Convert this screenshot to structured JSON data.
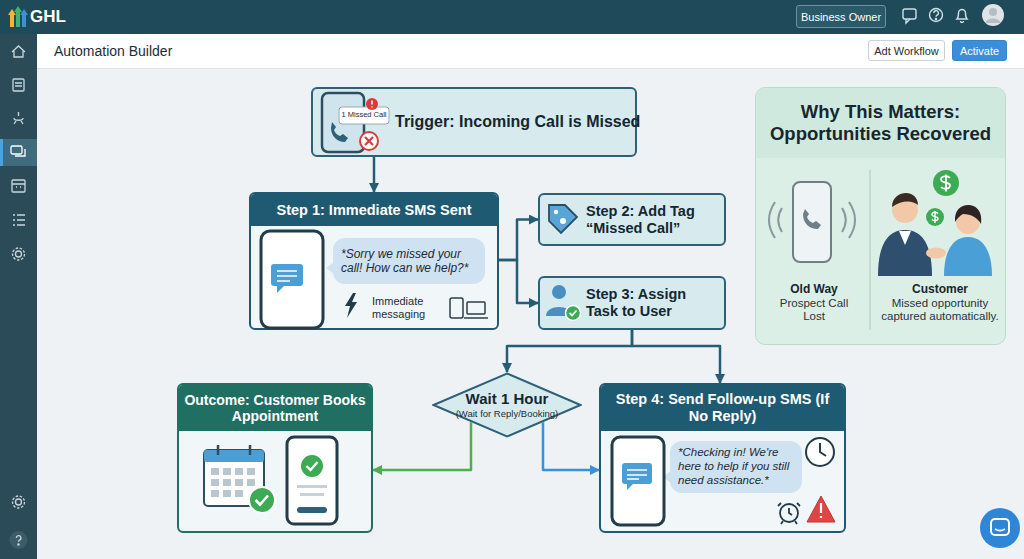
{
  "diagram": {
    "title": "Automation Builder",
    "nodes": [
      {
        "text": [
          "Business Owner"
        ]
      },
      {
        "text": [
          "Adt Workflow"
        ]
      },
      {
        "text": [
          "Activate"
        ]
      },
      {
        "text": [
          "Trigger: Incoming Call is Missed"
        ]
      },
      {
        "text": [
          "Step 1: Immediate SMS Sent",
          "Immediate messaging"
        ]
      },
      {
        "text": [
          "*Sorry we missed your call! How can we help?*"
        ],
        "in": 4
      },
      {
        "text": [
          "Step 2: Add Tag “Missed Call”"
        ]
      },
      {
        "text": [
          "Step 3: Assign Task to User"
        ]
      },
      {
        "text": [
          "Outcome: Customer Books Appointment"
        ]
      },
      {
        "text": [
          "Wait 1 Hour",
          "(Wait for Reply/Booking)"
        ]
      },
      {
        "text": [
          "Step 4: Send Follow-up SMS (If No Reply)"
        ]
      },
      {
        "text": [
          "*Checking in! We're here to help if you still need assistance.*"
        ],
        "in": 10
      },
      {
        "text": [
          "Why This Matters: Opportunities Recovered",
          "Old Way",
          "Prospect Call Lost",
          "Customer",
          "Missed opportunity captured automatically."
        ]
      }
    ],
    "edges": [
      {
        "from": 3,
        "to": 4,
        "arrow": "to"
      },
      {
        "from": 4,
        "to": 6,
        "arrow": "to"
      },
      {
        "from": 4,
        "to": 7,
        "arrow": "to"
      },
      {
        "from": 7,
        "to": 9,
        "arrow": "to"
      },
      {
        "from": 7,
        "to": 10,
        "arrow": "to"
      },
      {
        "from": 9,
        "to": 8,
        "arrow": "to"
      },
      {
        "from": 9,
        "to": 10,
        "arrow": "to"
      }
    ],
    "labels": [
      "GHL",
      "1 Missed Call"
    ]
  }
}
